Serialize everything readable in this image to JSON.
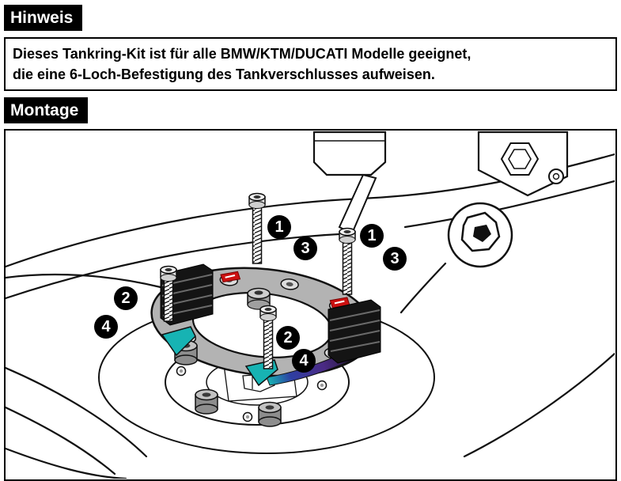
{
  "headings": {
    "hinweis": "Hinweis",
    "montage": "Montage"
  },
  "note": {
    "line1": "Dieses Tankring-Kit ist für alle BMW/KTM/DUCATI Modelle geeignet,",
    "line2": "die eine 6-Loch-Befestigung des Tankverschlusses aufweisen."
  },
  "callouts": [
    {
      "label": "1"
    },
    {
      "label": "3"
    },
    {
      "label": "1"
    },
    {
      "label": "3"
    },
    {
      "label": "2"
    },
    {
      "label": "4"
    },
    {
      "label": "2"
    },
    {
      "label": "4"
    }
  ],
  "colors": {
    "highlight_red": "#cc1111",
    "highlight_teal": "#17b3b3",
    "highlight_purple": "#4b2a85",
    "highlight_blue": "#2e3fa3",
    "ring_gray": "#b3b3b3",
    "spacer_black": "#141414"
  }
}
